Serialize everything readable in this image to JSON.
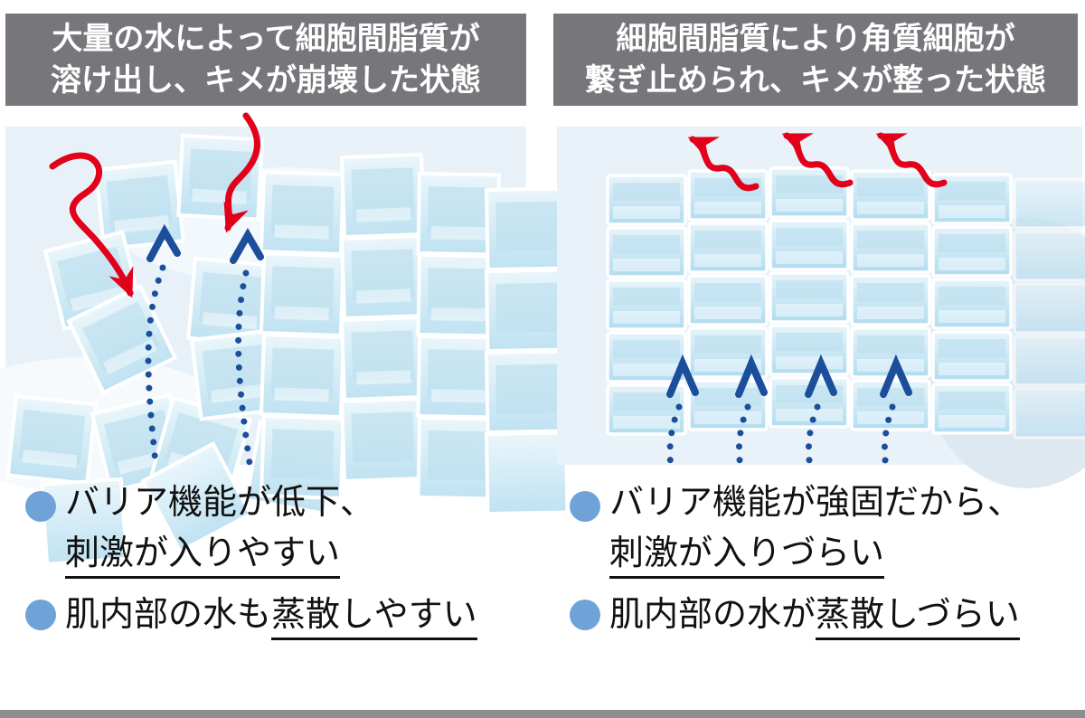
{
  "left_panel": {
    "header": {
      "line1": "大量の水によって細胞間脂質が",
      "line2": "溶け出し、キメが崩壊した状態"
    },
    "bullets": [
      {
        "line1": "バリア機能が低下、",
        "line2": "刺激が入りやすい"
      },
      {
        "pre": "肌内部の水も",
        "underlined": "蒸散しやすい"
      }
    ]
  },
  "right_panel": {
    "header": {
      "line1": "細胞間脂質により角質細胞が",
      "line2": "繋ぎ止められ、キメが整った状態"
    },
    "bullets": [
      {
        "line1": "バリア機能が強固だから、",
        "line2": "刺激が入りづらい"
      },
      {
        "pre": "肌内部の水が",
        "underlined": "蒸散しづらい"
      }
    ]
  },
  "icons": {
    "red-wavy-arrow": "external stimulus",
    "blue-dotted-arrow": "internal moisture evaporation",
    "cube-block": "corneocyte (skin cell)"
  },
  "colors": {
    "header_bg": "#77777b",
    "header_text": "#ffffff",
    "bullet_dot": "#6fa3d8",
    "arrow_red": "#e2001a",
    "arrow_blue": "#1b4e9b",
    "photo_bg": "#eaf2f9",
    "bottom_bar": "#8d8d90"
  }
}
